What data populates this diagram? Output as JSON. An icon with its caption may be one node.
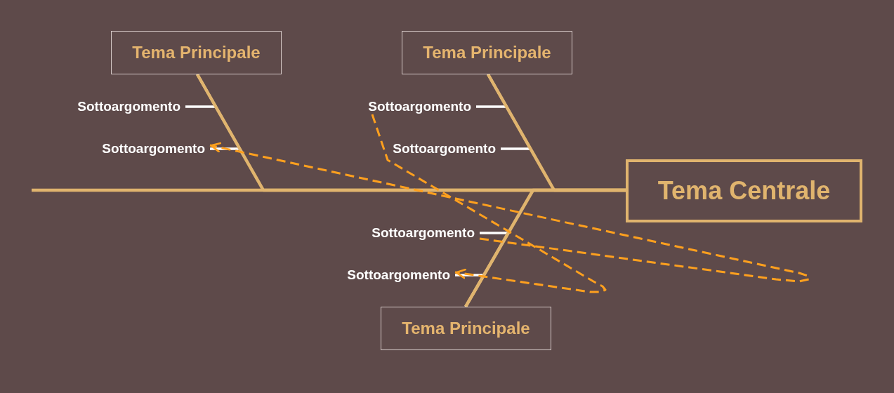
{
  "diagram": {
    "nodes": [
      {
        "text": [
          "Tema Principale"
        ]
      },
      {
        "text": [
          "Sottoargomento"
        ]
      },
      {
        "text": [
          "Sottoargomento"
        ]
      },
      {
        "text": [
          "Tema Principale"
        ]
      },
      {
        "text": [
          "Sottoargomento"
        ]
      },
      {
        "text": [
          "Sottoargomento"
        ]
      },
      {
        "text": [
          "Tema Centrale"
        ]
      },
      {
        "text": [
          "Sottoargomento"
        ]
      },
      {
        "text": [
          "Sottoargomento"
        ]
      },
      {
        "text": [
          "Tema Principale"
        ]
      }
    ],
    "edges": [
      {
        "from": 0,
        "to": 6,
        "arrow": "none",
        "color": "#e0b46e"
      },
      {
        "from": 1,
        "to": 0,
        "arrow": "none"
      },
      {
        "from": 2,
        "to": 0,
        "arrow": "none"
      },
      {
        "from": 3,
        "to": 6,
        "arrow": "none",
        "color": "#e0b46e"
      },
      {
        "from": 4,
        "to": 3,
        "arrow": "none"
      },
      {
        "from": 5,
        "to": 3,
        "arrow": "none"
      },
      {
        "from": 9,
        "to": 6,
        "arrow": "none",
        "color": "#e0b46e"
      },
      {
        "from": 7,
        "to": 9,
        "arrow": "none"
      },
      {
        "from": 8,
        "to": 9,
        "arrow": "none"
      },
      {
        "from": null,
        "to": 6,
        "arrow": "none",
        "color": "#e0b46e"
      },
      {
        "from": 7,
        "to": 2,
        "arrow": "to",
        "style": "dashed",
        "color": "#ffa01e"
      },
      {
        "from": 4,
        "to": 8,
        "arrow": "to",
        "style": "dashed",
        "color": "#ffa01e"
      }
    ]
  }
}
